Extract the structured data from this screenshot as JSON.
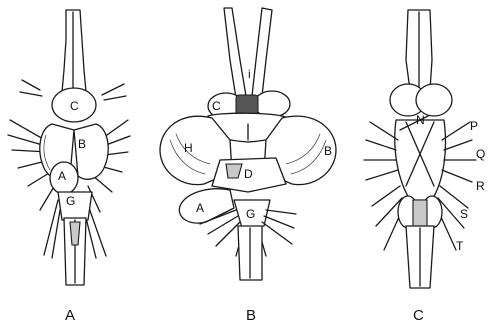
{
  "figure": {
    "panels": [
      {
        "id": "A",
        "caption": "A",
        "labels": [
          "C",
          "B",
          "A",
          "G"
        ]
      },
      {
        "id": "B",
        "caption": "B",
        "labels": [
          "i",
          "C",
          "H",
          "B",
          "D",
          "A",
          "G"
        ]
      },
      {
        "id": "C",
        "caption": "C",
        "labels": [
          "N",
          "P",
          "Q",
          "R",
          "S",
          "T"
        ]
      }
    ]
  }
}
